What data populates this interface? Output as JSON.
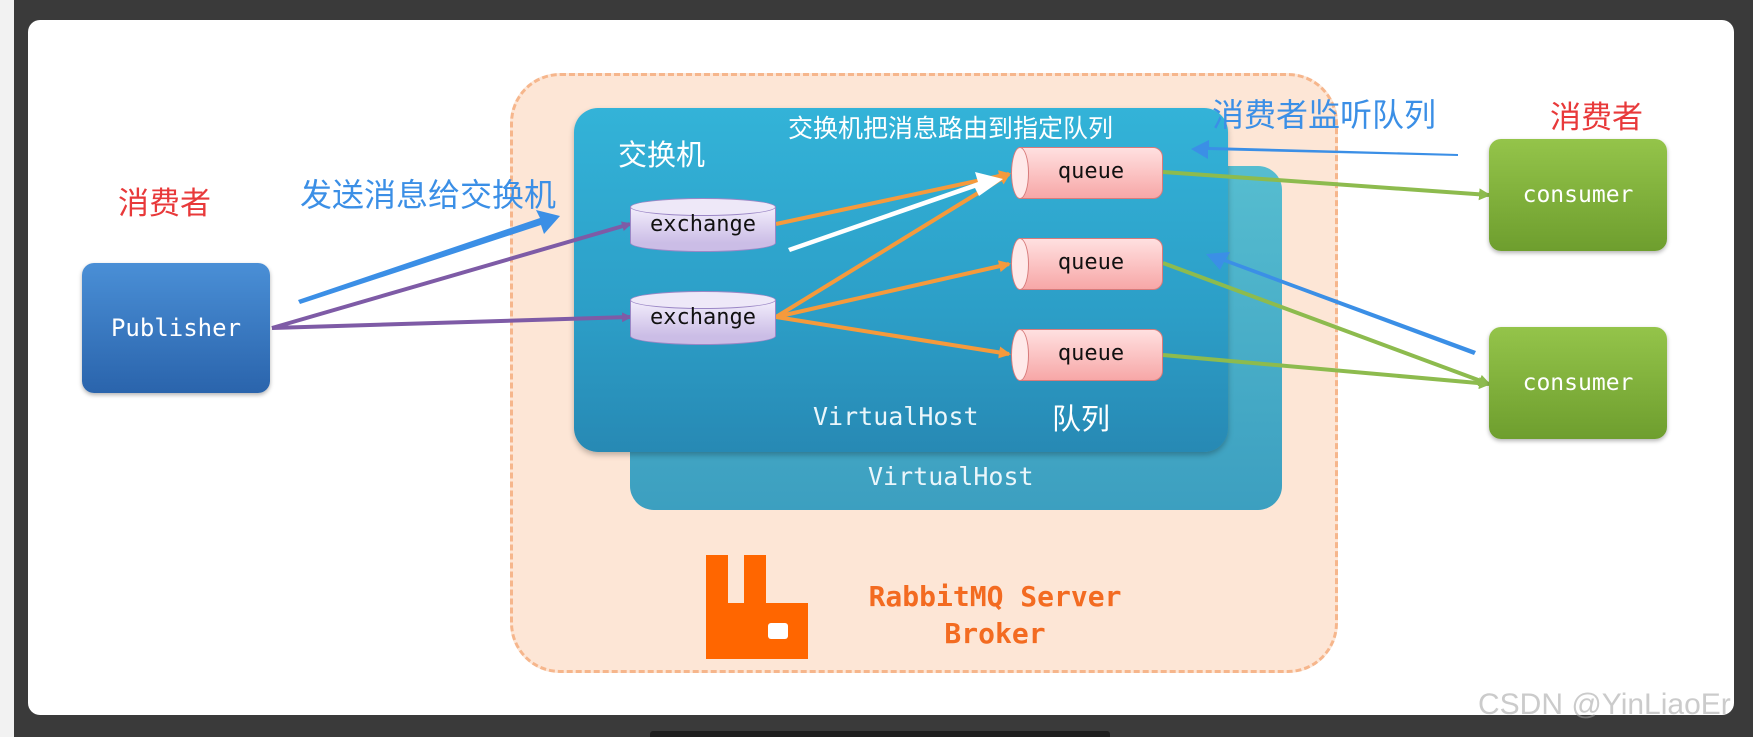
{
  "labels": {
    "publisher_cn": "消费者",
    "send_to_exchange": "发送消息给交换机",
    "exchange_cn": "交换机",
    "routing_note": "交换机把消息路由到指定队列",
    "consumer_listen": "消费者监听队列",
    "consumer_cn": "消费者",
    "queue_cn": "队列"
  },
  "nodes": {
    "publisher": "Publisher",
    "exchanges": [
      "exchange",
      "exchange"
    ],
    "queues": [
      "queue",
      "queue",
      "queue"
    ],
    "consumers": [
      "consumer",
      "consumer"
    ],
    "virtual_host_front": "VirtualHost",
    "virtual_host_back": "VirtualHost"
  },
  "broker": {
    "line1": "RabbitMQ Server",
    "line2": "Broker"
  },
  "watermark": "CSDN @YinLiaoEr",
  "colors": {
    "publish_arrow": "#7e5ba6",
    "route_arrow": "#f59a3c",
    "consume_arrow": "#8dbb4e",
    "annotation_arrow": "#3b8fe6",
    "rabbitmq_orange": "#ff6600"
  }
}
